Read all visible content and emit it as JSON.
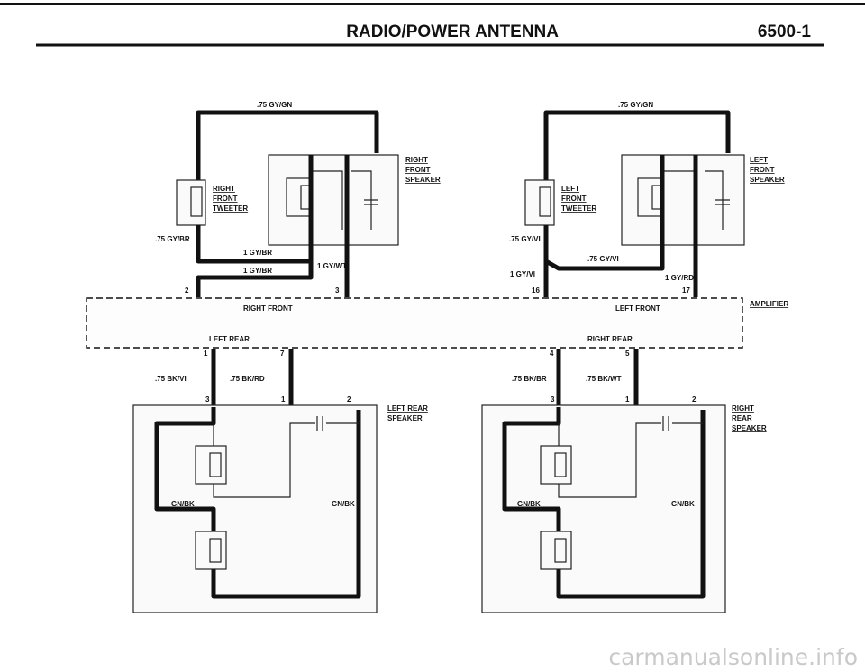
{
  "header": {
    "title": "RADIO/POWER ANTENNA",
    "page": "6500-1"
  },
  "watermark": "carmanualsonline.info",
  "amplifier": {
    "label": "AMPLIFIER",
    "right_front": "RIGHT FRONT",
    "left_front": "LEFT FRONT",
    "left_rear": "LEFT REAR",
    "right_rear": "RIGHT REAR"
  },
  "right_front": {
    "wire_top": ".75 GY/GN",
    "tweeter_label": [
      "RIGHT",
      "FRONT",
      "TWEETER"
    ],
    "speaker_label": [
      "RIGHT",
      "FRONT",
      "SPEAKER"
    ],
    "wire_tweeter": ".75 GY/BR",
    "wire_a": "1 GY/BR",
    "wire_b": "1 GY/BR",
    "wire_c": "1 GY/WT",
    "pin_a": "2",
    "pin_b": "3"
  },
  "left_front": {
    "wire_top": ".75 GY/GN",
    "tweeter_label": [
      "LEFT",
      "FRONT",
      "TWEETER"
    ],
    "speaker_label": [
      "LEFT",
      "FRONT",
      "SPEAKER"
    ],
    "wire_tweeter": ".75 GY/VI",
    "wire_a": ".75 GY/VI",
    "wire_b": "1 GY/VI",
    "wire_c": "1 GY/RD",
    "pin_a": "16",
    "pin_b": "17"
  },
  "left_rear": {
    "pin_a": "1",
    "pin_b": "7",
    "wire_a": ".75 BK/VI",
    "wire_b": ".75 BK/RD",
    "term_3": "3",
    "term_1": "1",
    "term_2": "2",
    "speaker_label": [
      "LEFT REAR",
      "SPEAKER"
    ],
    "wire_gnd_left": "GN/BK",
    "wire_gnd_right": "GN/BK"
  },
  "right_rear": {
    "pin_a": "4",
    "pin_b": "5",
    "wire_a": ".75 BK/BR",
    "wire_b": ".75 BK/WT",
    "term_3": "3",
    "term_1": "1",
    "term_2": "2",
    "speaker_label": [
      "RIGHT",
      "REAR",
      "SPEAKER"
    ],
    "wire_gnd_left": "GN/BK",
    "wire_gnd_right": "GN/BK"
  }
}
